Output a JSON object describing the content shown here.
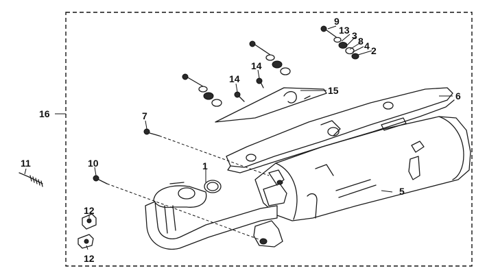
{
  "diagram": {
    "callouts": {
      "c1": "1",
      "c2": "2",
      "c3": "3",
      "c4": "4",
      "c5": "5",
      "c6": "6",
      "c7": "7",
      "c8": "8",
      "c9": "9",
      "c10": "10",
      "c11": "11",
      "c12a": "12",
      "c12b": "12",
      "c13": "13",
      "c14a": "14",
      "c14b": "14",
      "c15": "15",
      "c16": "16"
    }
  }
}
